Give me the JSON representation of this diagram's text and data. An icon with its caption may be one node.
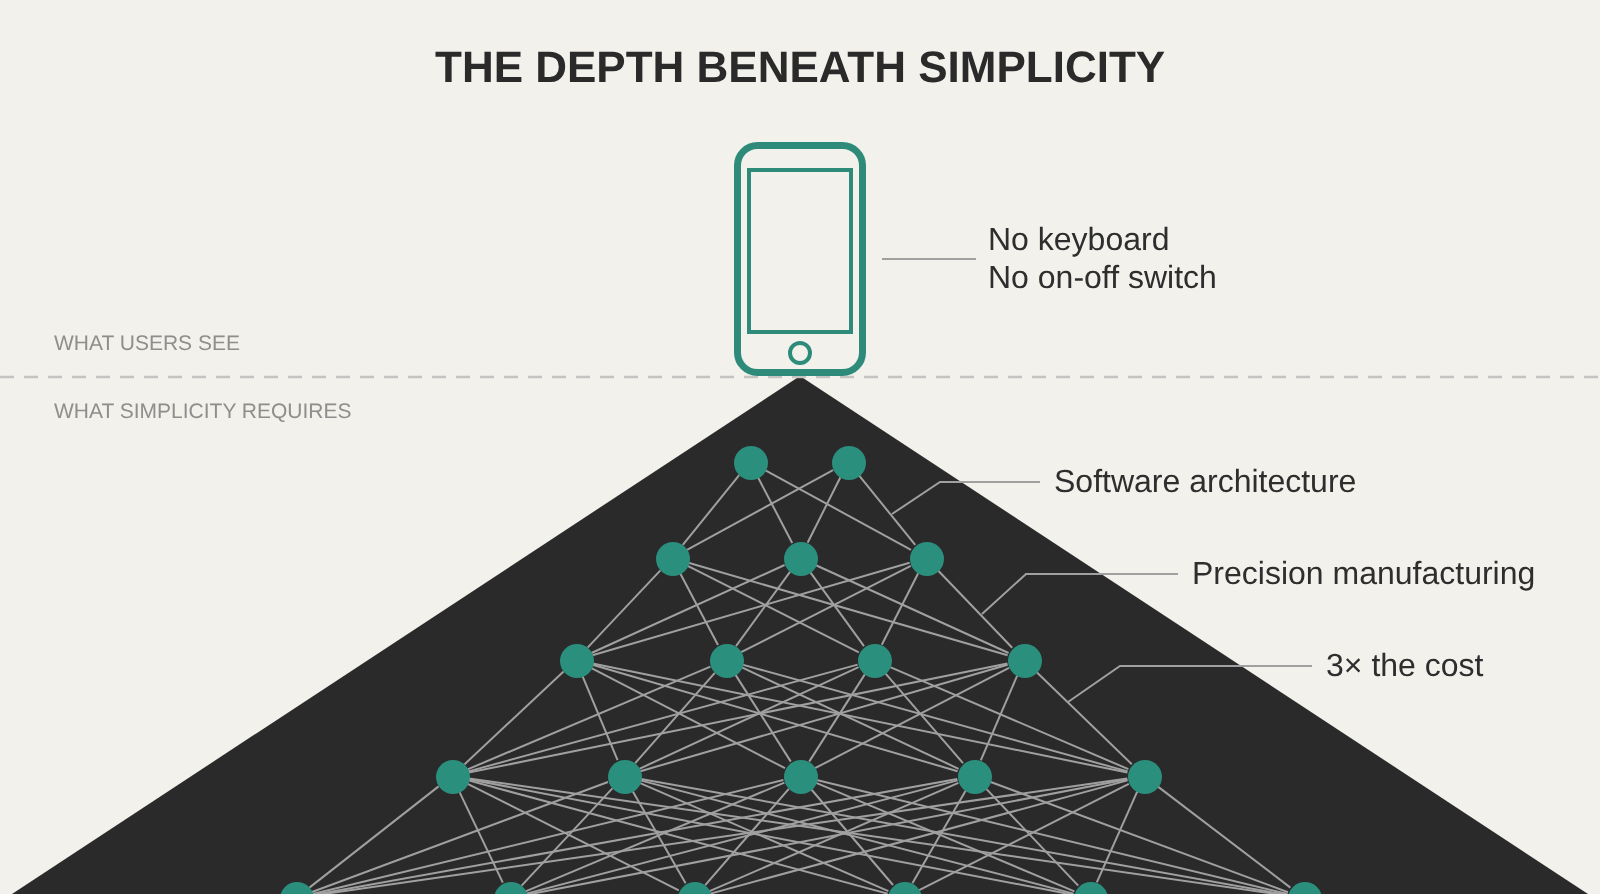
{
  "diagram": {
    "title": "THE DEPTH BENEATH SIMPLICITY",
    "nodes": [
      {
        "text": [],
        "shape": "picture"
      },
      {
        "text": [
          "No keyboard",
          "No on-off switch"
        ]
      },
      {
        "text": [
          "Software architecture"
        ]
      },
      {
        "text": [
          "Precision manufacturing"
        ]
      },
      {
        "text": [
          "3× the cost"
        ]
      },
      {
        "text": [],
        "shape": "circle"
      },
      {
        "text": [],
        "shape": "circle"
      },
      {
        "text": [],
        "shape": "circle"
      },
      {
        "text": [],
        "shape": "circle"
      },
      {
        "text": [],
        "shape": "circle"
      },
      {
        "text": [],
        "shape": "circle"
      },
      {
        "text": [],
        "shape": "circle"
      },
      {
        "text": [],
        "shape": "circle"
      },
      {
        "text": [],
        "shape": "circle"
      },
      {
        "text": [],
        "shape": "circle"
      },
      {
        "text": [],
        "shape": "circle"
      },
      {
        "text": [],
        "shape": "circle"
      },
      {
        "text": [],
        "shape": "circle"
      },
      {
        "text": [],
        "shape": "circle"
      },
      {
        "text": [],
        "shape": "circle"
      },
      {
        "text": [],
        "shape": "circle"
      },
      {
        "text": [],
        "shape": "circle"
      },
      {
        "text": [],
        "shape": "circle"
      },
      {
        "text": [],
        "shape": "circle"
      },
      {
        "text": [],
        "shape": "circle"
      }
    ],
    "edges": [
      {
        "from": 1,
        "to": 0,
        "arrow": "none"
      },
      {
        "from": 2,
        "to": null,
        "arrow": "none"
      },
      {
        "from": 3,
        "to": null,
        "arrow": "none"
      },
      {
        "from": 4,
        "to": null,
        "arrow": "none"
      },
      {
        "from": 5,
        "to": 7,
        "arrow": "none"
      },
      {
        "from": 5,
        "to": 8,
        "arrow": "none"
      },
      {
        "from": 5,
        "to": 9,
        "arrow": "none"
      },
      {
        "from": 6,
        "to": 7,
        "arrow": "none"
      },
      {
        "from": 6,
        "to": 8,
        "arrow": "none"
      },
      {
        "from": 6,
        "to": 9,
        "arrow": "none"
      },
      {
        "from": 7,
        "to": 10,
        "arrow": "none"
      },
      {
        "from": 7,
        "to": 11,
        "arrow": "none"
      },
      {
        "from": 7,
        "to": 12,
        "arrow": "none"
      },
      {
        "from": 7,
        "to": 13,
        "arrow": "none"
      },
      {
        "from": 8,
        "to": 10,
        "arrow": "none"
      },
      {
        "from": 8,
        "to": 11,
        "arrow": "none"
      },
      {
        "from": 8,
        "to": 12,
        "arrow": "none"
      },
      {
        "from": 8,
        "to": 13,
        "arrow": "none"
      },
      {
        "from": 9,
        "to": 10,
        "arrow": "none"
      },
      {
        "from": 9,
        "to": 11,
        "arrow": "none"
      },
      {
        "from": 9,
        "to": 12,
        "arrow": "none"
      },
      {
        "from": 9,
        "to": 13,
        "arrow": "none"
      },
      {
        "from": 10,
        "to": 14,
        "arrow": "none"
      },
      {
        "from": 10,
        "to": 15,
        "arrow": "none"
      },
      {
        "from": 10,
        "to": 16,
        "arrow": "none"
      },
      {
        "from": 10,
        "to": 17,
        "arrow": "none"
      },
      {
        "from": 10,
        "to": 18,
        "arrow": "none"
      },
      {
        "from": 11,
        "to": 14,
        "arrow": "none"
      },
      {
        "from": 11,
        "to": 15,
        "arrow": "none"
      },
      {
        "from": 11,
        "to": 16,
        "arrow": "none"
      },
      {
        "from": 11,
        "to": 17,
        "arrow": "none"
      },
      {
        "from": 11,
        "to": 18,
        "arrow": "none"
      },
      {
        "from": 12,
        "to": 14,
        "arrow": "none"
      },
      {
        "from": 12,
        "to": 15,
        "arrow": "none"
      },
      {
        "from": 12,
        "to": 16,
        "arrow": "none"
      },
      {
        "from": 12,
        "to": 17,
        "arrow": "none"
      },
      {
        "from": 12,
        "to": 18,
        "arrow": "none"
      },
      {
        "from": 13,
        "to": 14,
        "arrow": "none"
      },
      {
        "from": 13,
        "to": 15,
        "arrow": "none"
      },
      {
        "from": 13,
        "to": 16,
        "arrow": "none"
      },
      {
        "from": 13,
        "to": 17,
        "arrow": "none"
      },
      {
        "from": 13,
        "to": 18,
        "arrow": "none"
      },
      {
        "from": 14,
        "to": 19,
        "arrow": "none"
      },
      {
        "from": 14,
        "to": 20,
        "arrow": "none"
      },
      {
        "from": 14,
        "to": 21,
        "arrow": "none"
      },
      {
        "from": 14,
        "to": 22,
        "arrow": "none"
      },
      {
        "from": 14,
        "to": 23,
        "arrow": "none"
      },
      {
        "from": 14,
        "to": 24,
        "arrow": "none"
      },
      {
        "from": 15,
        "to": 19,
        "arrow": "none"
      },
      {
        "from": 15,
        "to": 20,
        "arrow": "none"
      },
      {
        "from": 15,
        "to": 21,
        "arrow": "none"
      },
      {
        "from": 15,
        "to": 22,
        "arrow": "none"
      },
      {
        "from": 15,
        "to": 23,
        "arrow": "none"
      },
      {
        "from": 15,
        "to": 24,
        "arrow": "none"
      },
      {
        "from": 16,
        "to": 19,
        "arrow": "none"
      },
      {
        "from": 16,
        "to": 20,
        "arrow": "none"
      },
      {
        "from": 16,
        "to": 21,
        "arrow": "none"
      },
      {
        "from": 16,
        "to": 22,
        "arrow": "none"
      },
      {
        "from": 16,
        "to": 23,
        "arrow": "none"
      },
      {
        "from": 16,
        "to": 24,
        "arrow": "none"
      },
      {
        "from": 17,
        "to": 19,
        "arrow": "none"
      },
      {
        "from": 17,
        "to": 20,
        "arrow": "none"
      },
      {
        "from": 17,
        "to": 21,
        "arrow": "none"
      },
      {
        "from": 17,
        "to": 22,
        "arrow": "none"
      },
      {
        "from": 17,
        "to": 23,
        "arrow": "none"
      },
      {
        "from": 17,
        "to": 24,
        "arrow": "none"
      },
      {
        "from": 18,
        "to": 19,
        "arrow": "none"
      },
      {
        "from": 18,
        "to": 20,
        "arrow": "none"
      },
      {
        "from": 18,
        "to": 21,
        "arrow": "none"
      },
      {
        "from": 18,
        "to": 22,
        "arrow": "none"
      },
      {
        "from": 18,
        "to": 23,
        "arrow": "none"
      },
      {
        "from": 18,
        "to": 24,
        "arrow": "none"
      }
    ],
    "labels": [
      "WHAT USERS SEE",
      "WHAT SIMPLICITY REQUIRES"
    ]
  }
}
